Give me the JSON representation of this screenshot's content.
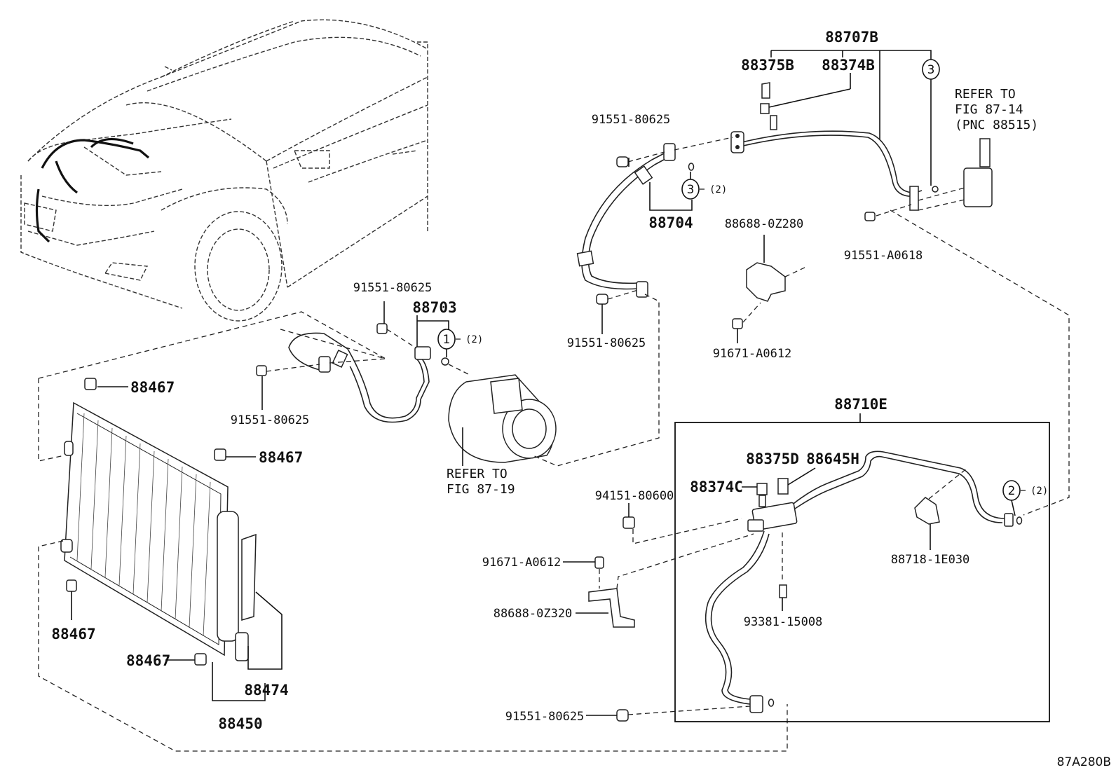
{
  "diagram_id": "87A280B",
  "labels": {
    "p88707B": "88707B",
    "p88375B": "88375B",
    "p88374B": "88374B",
    "refer_14_line1": "REFER TO",
    "refer_14_line2": "FIG 87-14",
    "refer_14_line3": "(PNC 88515)",
    "b91551_80625_a": "91551-80625",
    "p88704": "88704",
    "p88688_0Z280": "88688-0Z280",
    "b91551_A0618": "91551-A0618",
    "b91551_80625_b": "91551-80625",
    "b91671_A0612_a": "91671-A0612",
    "b91551_80625_c": "91551-80625",
    "p88703": "88703",
    "b91551_80625_d": "91551-80625",
    "refer_19_line1": "REFER TO",
    "refer_19_line2": "FIG 87-19",
    "p88467_a": "88467",
    "p88467_b": "88467",
    "p88467_c": "88467",
    "p88467_d": "88467",
    "p88474": "88474",
    "p88450": "88450",
    "p88710E": "88710E",
    "p88375D": "88375D",
    "p88645H": "88645H",
    "p88374C": "88374C",
    "b94151_80600": "94151-80600",
    "b91671_A0612_b": "91671-A0612",
    "p88688_0Z320": "88688-0Z320",
    "p88718_1E030": "88718-1E030",
    "s93381_15008": "93381-15008",
    "b91551_80625_e": "91551-80625"
  },
  "callouts": {
    "c3_top_num": "3",
    "c3_mid_num": "3",
    "c3_mid_qty": "(2)",
    "c1_num": "1",
    "c1_qty": "(2)",
    "c2_num": "2",
    "c2_qty": "(2)"
  }
}
